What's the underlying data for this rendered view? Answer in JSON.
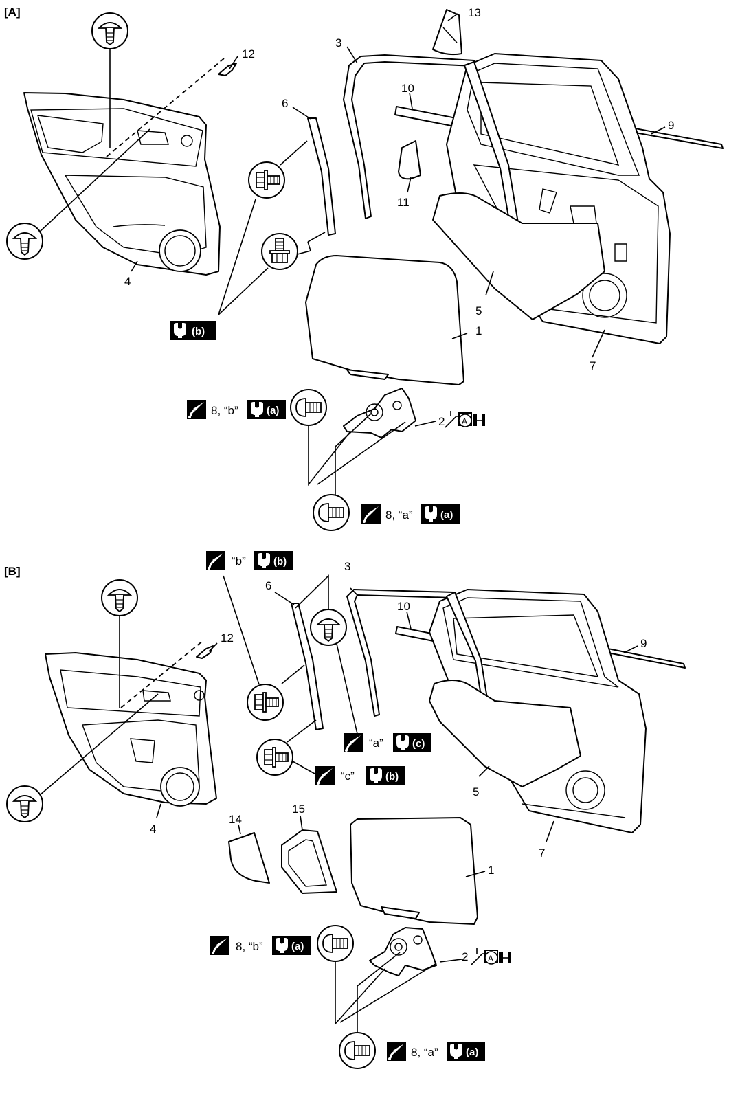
{
  "sections": {
    "a": {
      "label": "[A]"
    },
    "b": {
      "label": "[B]"
    }
  },
  "callouts": {
    "a": {
      "p1": "1",
      "p2": "2",
      "p3": "3",
      "p4": "4",
      "p5": "5",
      "p6": "6",
      "p7": "7",
      "p9": "9",
      "p10": "10",
      "p11": "11",
      "p12": "12",
      "p13": "13"
    },
    "b": {
      "p1": "1",
      "p2": "2",
      "p3": "3",
      "p4": "4",
      "p5": "5",
      "p6": "6",
      "p7": "7",
      "p9": "9",
      "p10": "10",
      "p12": "12",
      "p14": "14",
      "p15": "15"
    }
  },
  "notes": {
    "a": {
      "bolt_8b": "8, “b”",
      "bolt_8a": "8, “a”"
    },
    "b": {
      "b": "“b”",
      "a": "“a”",
      "c": "“c”",
      "bolt_8b": "8, “b”",
      "bolt_8a": "8, “a”"
    }
  },
  "torque_codes": {
    "a": {
      "b": "(b)",
      "a_upper": "(a)",
      "a_lower": "(a)"
    },
    "b": {
      "b_top": "(b)",
      "c": "(c)",
      "b_mid": "(b)",
      "a_upper": "(a)",
      "a_lower": "(a)"
    }
  },
  "grease_mark": {
    "a": "A",
    "b": "A"
  },
  "icons": [
    "clip-icon",
    "bolt-icon",
    "screw-icon",
    "torque-wrench-icon",
    "sealant-icon",
    "grease-icon"
  ]
}
